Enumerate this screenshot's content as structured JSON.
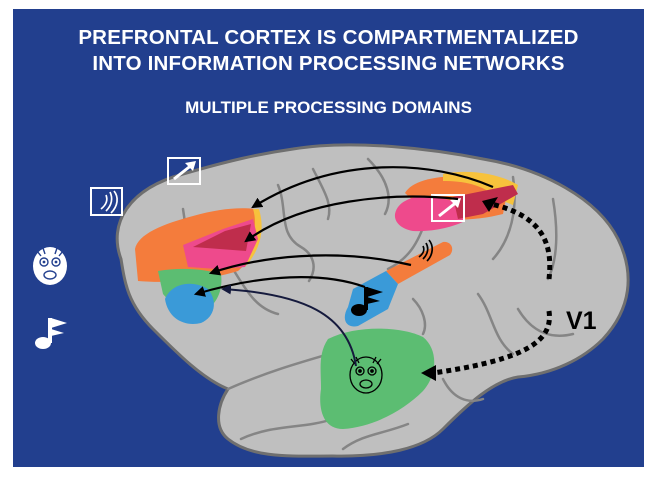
{
  "slide": {
    "title_line1": "PREFRONTAL CORTEX IS COMPARTMENTALIZED",
    "title_line2": "INTO INFORMATION PROCESSING NETWORKS",
    "subtitle": "MULTIPLE PROCESSING DOMAINS",
    "background_color": "#223f8e"
  },
  "diagram": {
    "visual_area_label": "V1",
    "icons": [
      "spatial-arrow-icon",
      "sound-wave-icon",
      "monkey-face-icon",
      "music-note-icon"
    ],
    "region_colors": {
      "orange": "#f47c3c",
      "pink": "#ee4a8c",
      "crimson": "#bf2d4c",
      "yellow": "#f7c23c",
      "green": "#5cbd72",
      "blue": "#3a9ad8",
      "brain": "#bfbfbf"
    }
  }
}
